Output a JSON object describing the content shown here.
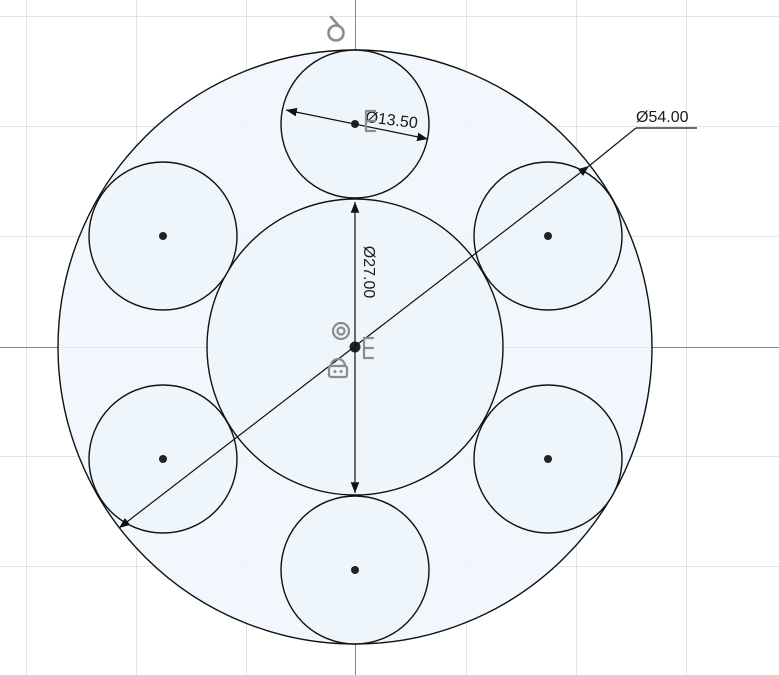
{
  "canvas": {
    "background": "#ffffff",
    "grid_color": "#e3e3e3",
    "x_axis_color": "#e06060",
    "y_axis_color": "#40c040",
    "sketch_fill": "#eef6fc",
    "sketch_line": "#111111",
    "constraint_glyph_color": "#8c8c8c"
  },
  "dimensions": {
    "outer_diameter": "Ø54.00",
    "inner_diameter": "Ø27.00",
    "small_diameter": "Ø13.50"
  },
  "constraints": {
    "top_coincident_icon": "coincident-icon",
    "small_circle_fix_icon": "fix-constraint-icon",
    "center_concentric_icon": "concentric-icon",
    "center_fix_icon": "fix-constraint-icon",
    "center_lock_icon": "lock-icon"
  }
}
